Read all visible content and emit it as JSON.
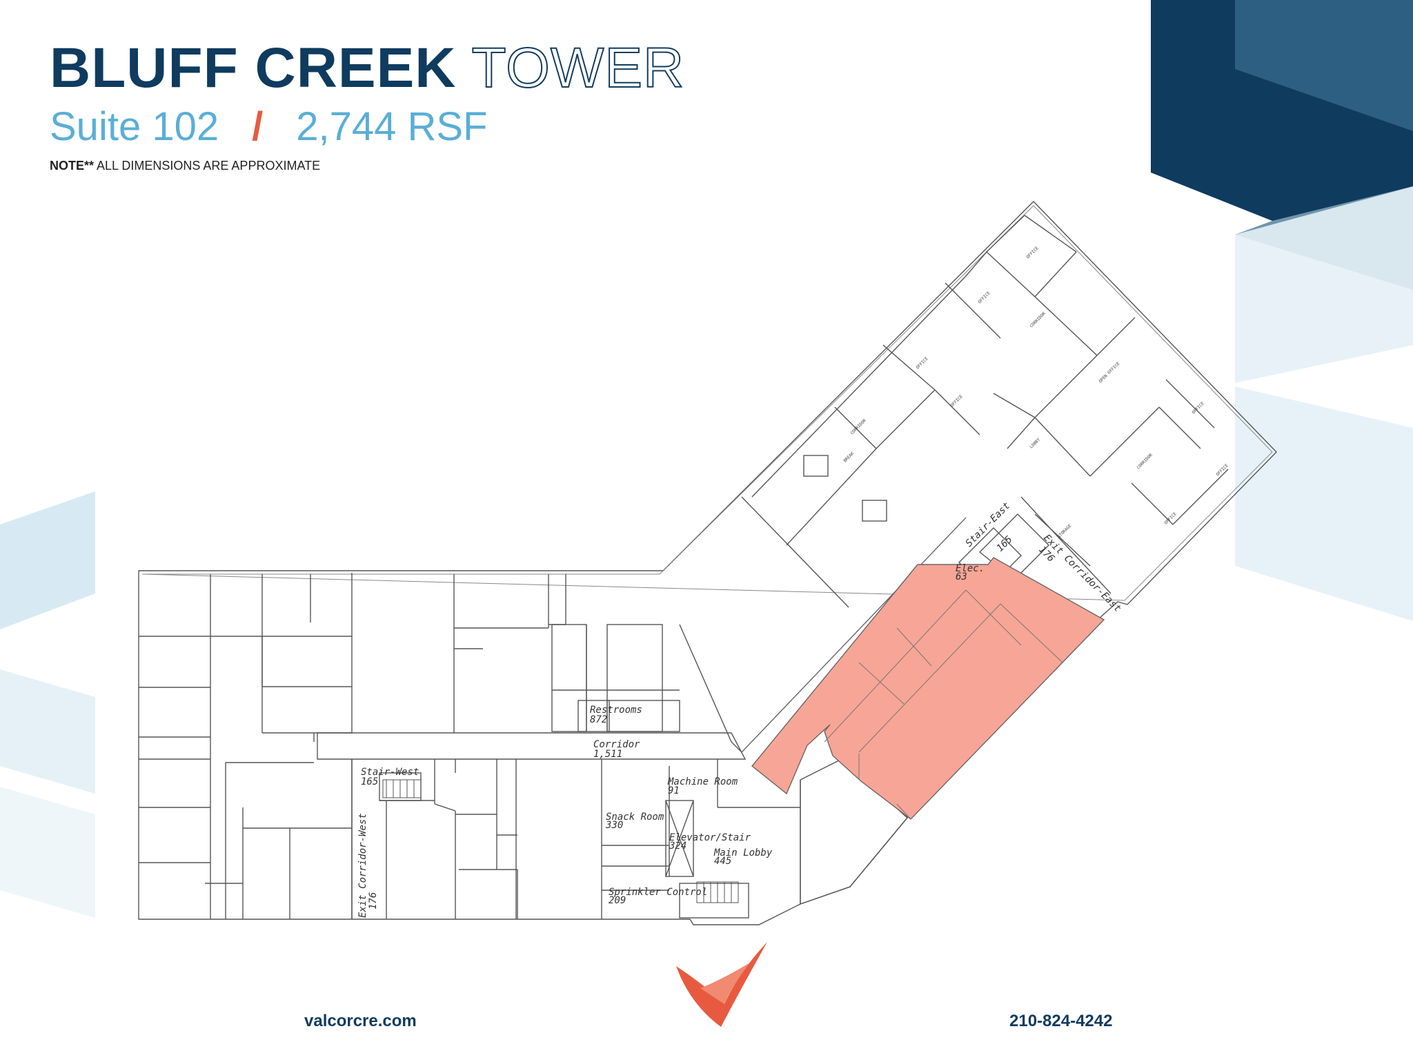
{
  "header": {
    "title_bold": "BLUFF CREEK",
    "title_outline": "TOWER",
    "suite": "Suite 102",
    "separator": "/",
    "area": "2,744 RSF",
    "note_strong": "NOTE**",
    "note_text": "ALL DIMENSIONS ARE APPROXIMATE"
  },
  "colors": {
    "navy": "#0f3b5f",
    "light_blue": "#5aaed6",
    "accent": "#e85a40",
    "suite_highlight": "#f7a596"
  },
  "floorplan": {
    "rooms": [
      {
        "name": "Stair-West",
        "num": "165"
      },
      {
        "name": "Restrooms",
        "num": "872"
      },
      {
        "name": "Corridor",
        "num": "1,511"
      },
      {
        "name": "Machine Room",
        "num": "91"
      },
      {
        "name": "Snack Room",
        "num": "330"
      },
      {
        "name": "Elevator/Stair",
        "num": "324"
      },
      {
        "name": "Main Lobby",
        "num": "445"
      },
      {
        "name": "Sprinkler Control",
        "num": "209"
      },
      {
        "name": "Exit Corridor-West",
        "num": "176"
      },
      {
        "name": "Stair-East",
        "num": "165"
      },
      {
        "name": "Elec.",
        "num": "63"
      },
      {
        "name": "Exit Corridor-East",
        "num": "176"
      }
    ],
    "small_labels": [
      "OFFICE",
      "OFFICE",
      "CORRIDOR",
      "OFFICE",
      "OFFICE",
      "OPEN OFFICE",
      "CORRIDOR",
      "BREAK",
      "LOBBY",
      "CORRIDOR",
      "OFFICE",
      "OFFICE",
      "STORAGE",
      "OFFICE"
    ]
  },
  "footer": {
    "website": "valcorcre.com",
    "phone": "210-824-4242"
  },
  "logo": {
    "icon": "valcor-chevron-logo"
  }
}
